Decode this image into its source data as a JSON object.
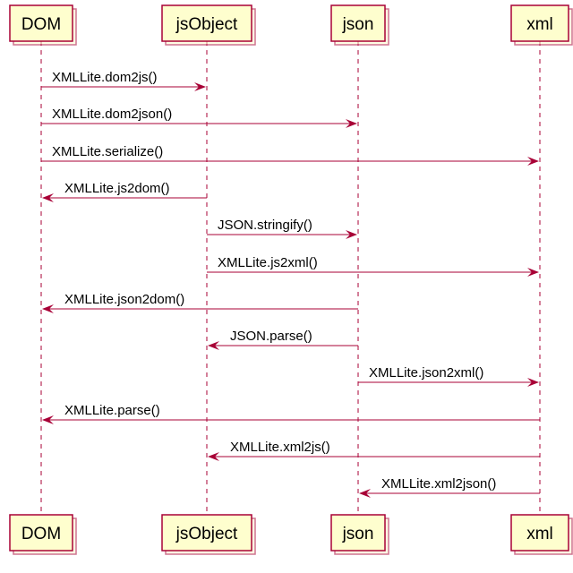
{
  "diagram": {
    "type": "sequence",
    "participants": [
      "DOM",
      "jsObject",
      "json",
      "xml"
    ],
    "messages": [
      {
        "from": "DOM",
        "to": "jsObject",
        "label": "XMLLite.dom2js()"
      },
      {
        "from": "DOM",
        "to": "json",
        "label": "XMLLite.dom2json()"
      },
      {
        "from": "DOM",
        "to": "xml",
        "label": "XMLLite.serialize()"
      },
      {
        "from": "jsObject",
        "to": "DOM",
        "label": "XMLLite.js2dom()"
      },
      {
        "from": "jsObject",
        "to": "json",
        "label": "JSON.stringify()"
      },
      {
        "from": "jsObject",
        "to": "xml",
        "label": "XMLLite.js2xml()"
      },
      {
        "from": "json",
        "to": "DOM",
        "label": "XMLLite.json2dom()"
      },
      {
        "from": "json",
        "to": "jsObject",
        "label": "JSON.parse()"
      },
      {
        "from": "json",
        "to": "xml",
        "label": "XMLLite.json2xml()"
      },
      {
        "from": "xml",
        "to": "DOM",
        "label": "XMLLite.parse()"
      },
      {
        "from": "xml",
        "to": "jsObject",
        "label": "XMLLite.xml2js()"
      },
      {
        "from": "xml",
        "to": "json",
        "label": "XMLLite.xml2json()"
      }
    ],
    "colors": {
      "line": "#a80036",
      "box_fill": "#fefece",
      "box_border": "#a80036",
      "text": "#000000"
    }
  }
}
